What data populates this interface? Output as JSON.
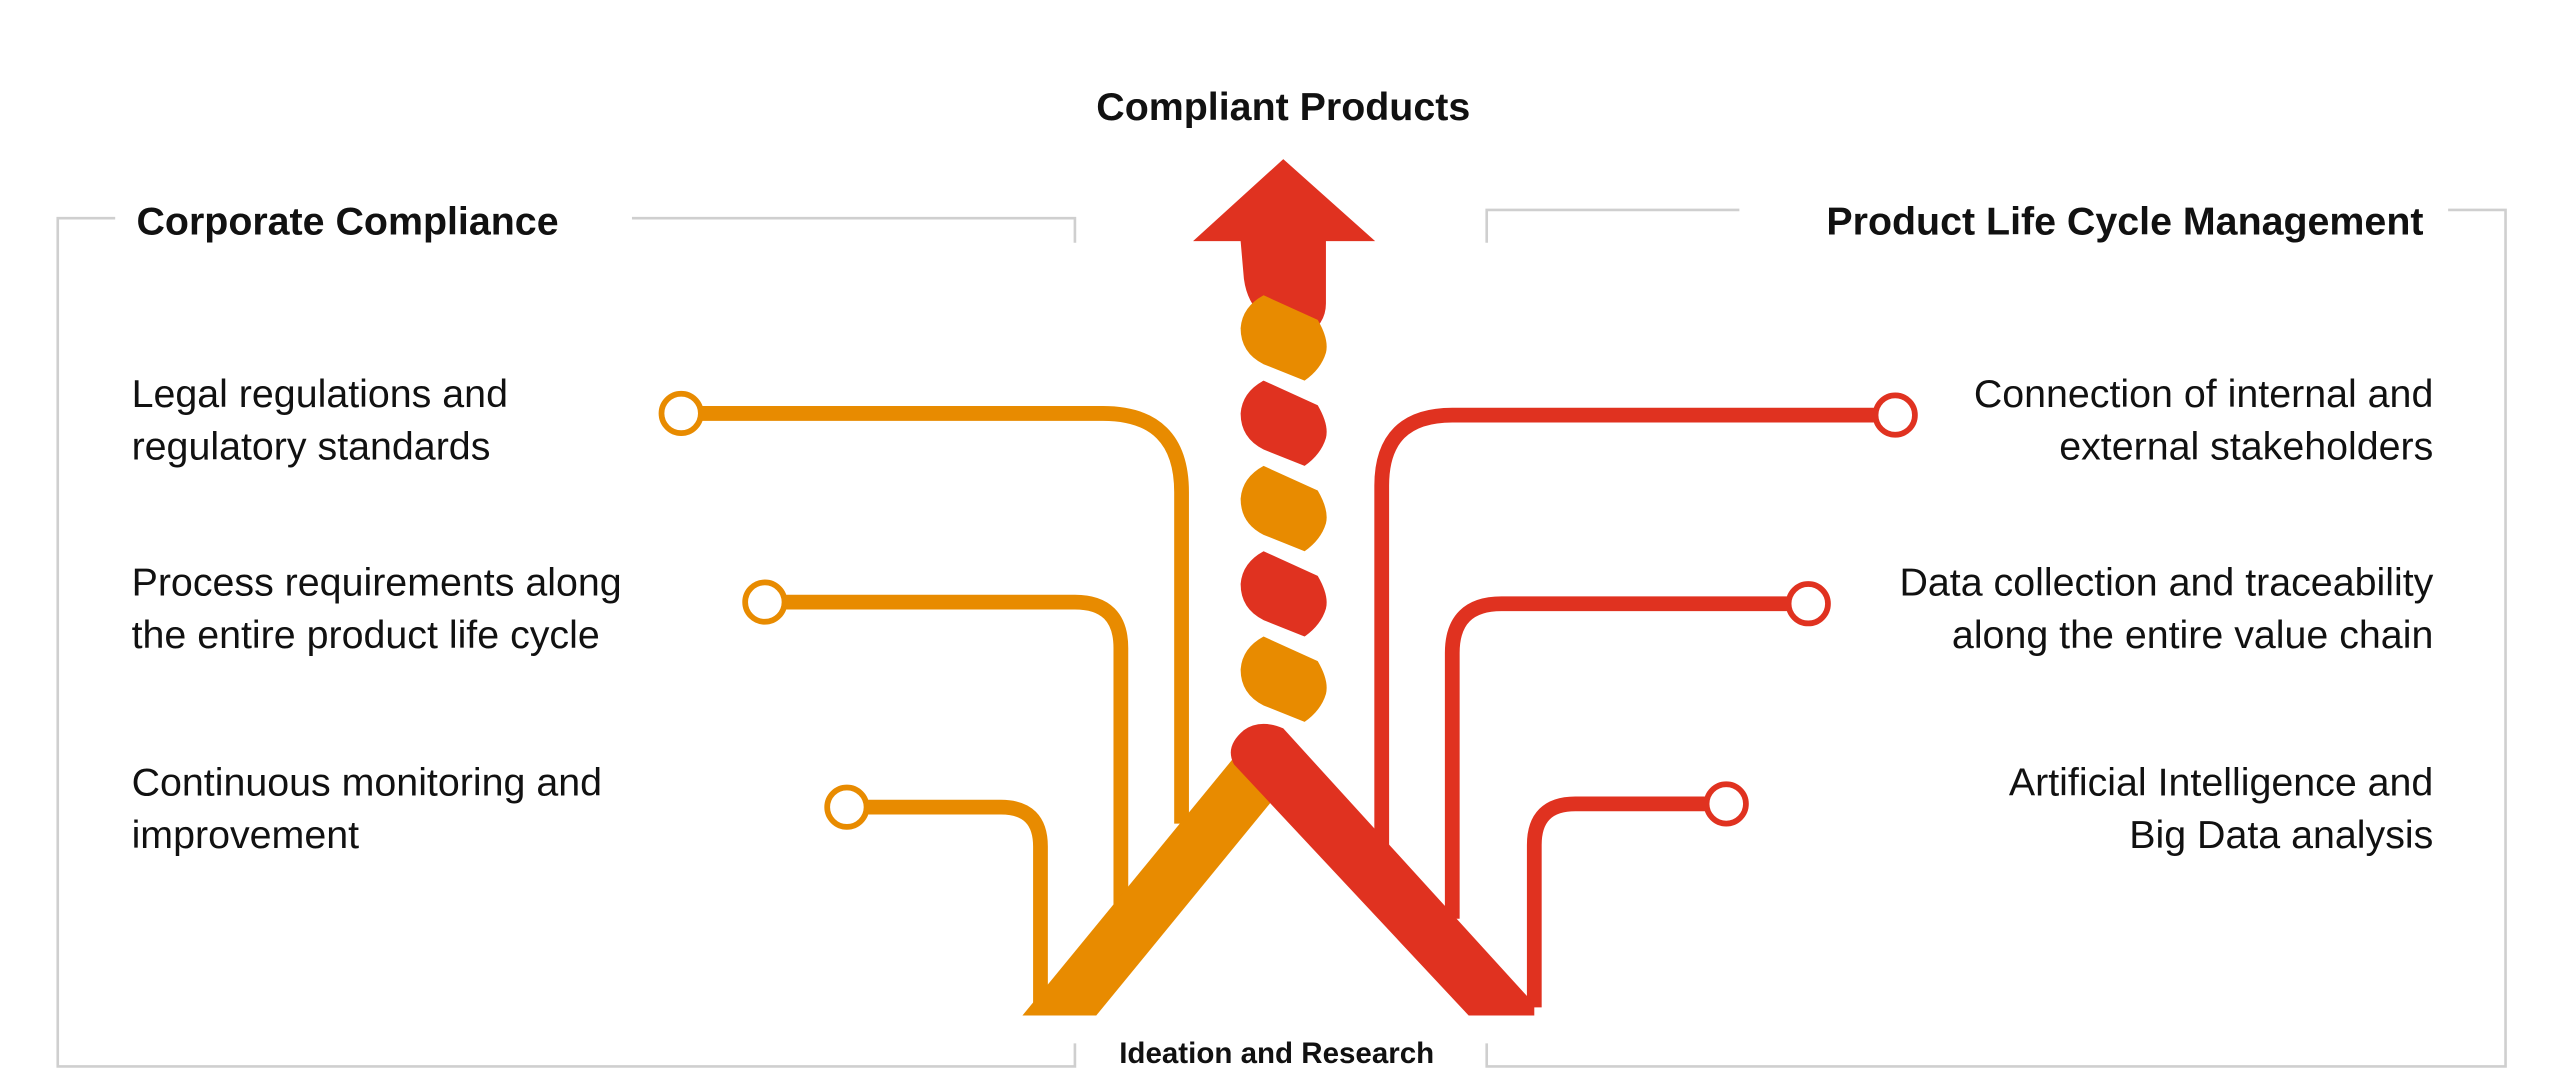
{
  "title": "Compliant Products",
  "bottom_label": "Ideation and Research",
  "colors": {
    "orange": "#E88B00",
    "red": "#E03220",
    "frame": "#CFCFCF"
  },
  "left": {
    "heading": "Corporate Compliance",
    "items": [
      {
        "line1": "Legal regulations and",
        "line2": "regulatory standards"
      },
      {
        "line1": "Process requirements along",
        "line2": "the entire product life cycle"
      },
      {
        "line1": "Continuous monitoring and",
        "line2": "improvement"
      }
    ]
  },
  "right": {
    "heading": "Product Life Cycle Management",
    "items": [
      {
        "line1": "Connection of internal and",
        "line2": "external stakeholders"
      },
      {
        "line1": "Data collection and traceability",
        "line2": "along the entire value chain"
      },
      {
        "line1": "Artificial Intelligence and",
        "line2": "Big Data analysis"
      }
    ]
  }
}
